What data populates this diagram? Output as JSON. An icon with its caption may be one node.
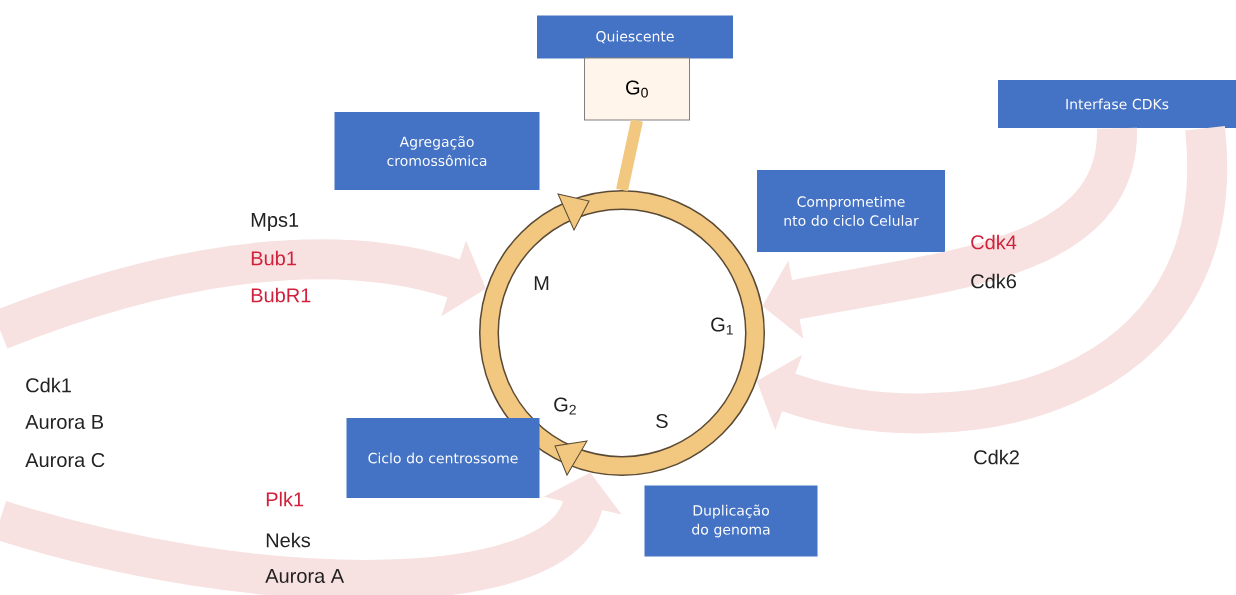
{
  "diagram": {
    "nodes": [
      {
        "text": [
          "Quiescente"
        ]
      },
      {
        "text": [
          "G$_{0}$"
        ]
      },
      {
        "text": [
          "Agregação cromossômica"
        ]
      },
      {
        "text": [
          "Comprometime nto do ciclo Celular"
        ]
      },
      {
        "text": [
          "Interfase CDKs"
        ]
      },
      {
        "text": [],
        "shape": "circle"
      },
      {
        "text": [
          "Ciclo do centrossome"
        ]
      },
      {
        "text": [
          "Duplicação do genoma"
        ]
      }
    ],
    "edges": [
      {
        "from": 1,
        "to": 5,
        "arrow": "none",
        "color": "#f2c77f"
      },
      {
        "from": null,
        "to": 5,
        "arrow": "to"
      },
      {
        "from": null,
        "to": 5,
        "arrow": "to"
      },
      {
        "from": 4,
        "to": 5,
        "arrow": "to"
      },
      {
        "from": 4,
        "to": 5,
        "arrow": "to"
      }
    ],
    "labels": [
      "Mps1",
      "Bub1",
      "BubR1",
      "Cdk4",
      "Cdk6",
      "M",
      "G$_{1}$",
      "Cdk1",
      "Aurora B",
      "Aurora C",
      "G$_{2}$",
      "S",
      "Cdk2",
      "Plk1",
      "Neks",
      "Aurora A"
    ]
  }
}
